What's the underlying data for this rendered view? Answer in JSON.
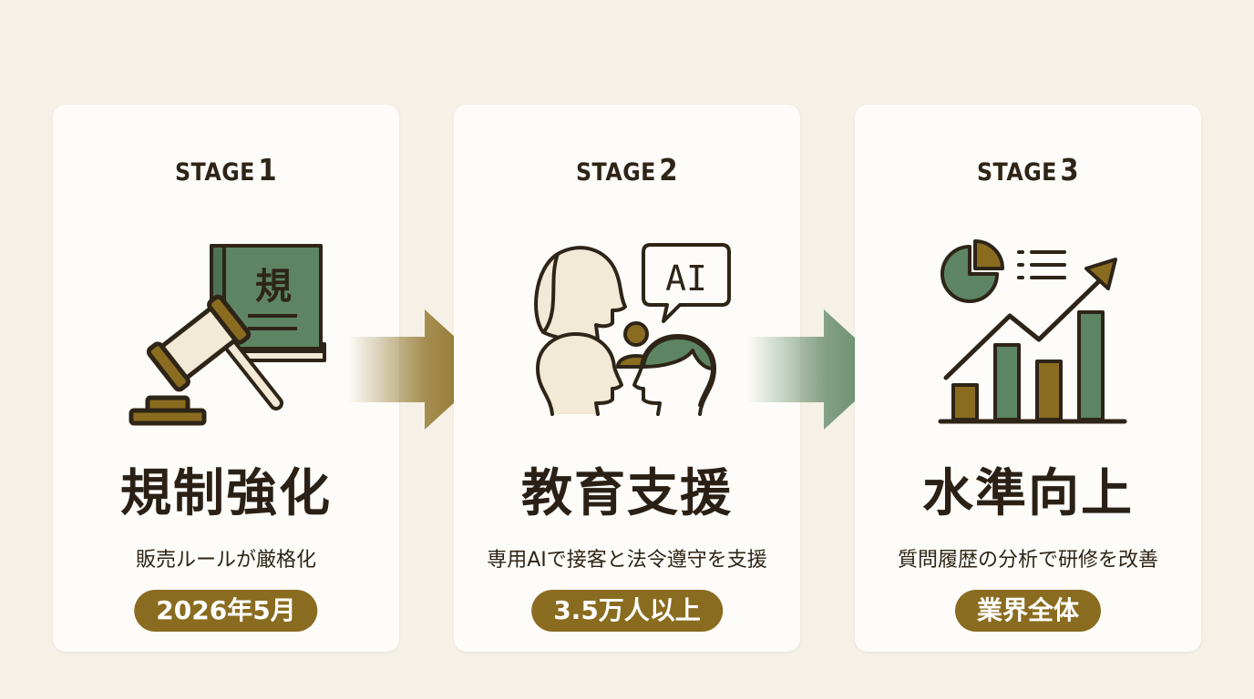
{
  "stages": [
    {
      "label": "STAGE",
      "number": "1",
      "icon": "gavel-book-icon",
      "title": "規制強化",
      "description": "販売ルールが厳格化",
      "badge": "2026年5月",
      "book_char": "規"
    },
    {
      "label": "STAGE",
      "number": "2",
      "icon": "people-ai-icon",
      "title": "教育支援",
      "description": "専用AIで接客と法令遵守を支援",
      "badge": "3.5万人以上",
      "bubble_text": "AI"
    },
    {
      "label": "STAGE",
      "number": "3",
      "icon": "growth-chart-icon",
      "title": "水準向上",
      "description": "質問履歴の分析で研修を改善",
      "badge": "業界全体"
    }
  ],
  "colors": {
    "background": "#f5f1e7",
    "card": "#fdfcf9",
    "ink": "#2e2417",
    "gold": "#8a6c20",
    "green": "#5d8563",
    "cream": "#f2ead6"
  }
}
